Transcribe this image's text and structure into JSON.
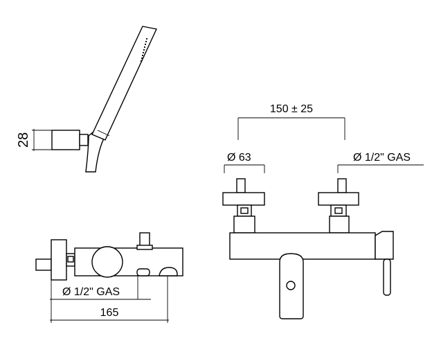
{
  "diagram": {
    "handshower": {
      "dim_holder_height": "28"
    },
    "front_view": {
      "dim_centers": "150 ± 25",
      "dim_escutcheon_diameter": "Ø 63",
      "dim_inlet_thread": "Ø 1/2\" GAS"
    },
    "side_view": {
      "dim_inlet_thread": "Ø 1/2\" GAS",
      "dim_projection": "165"
    }
  }
}
